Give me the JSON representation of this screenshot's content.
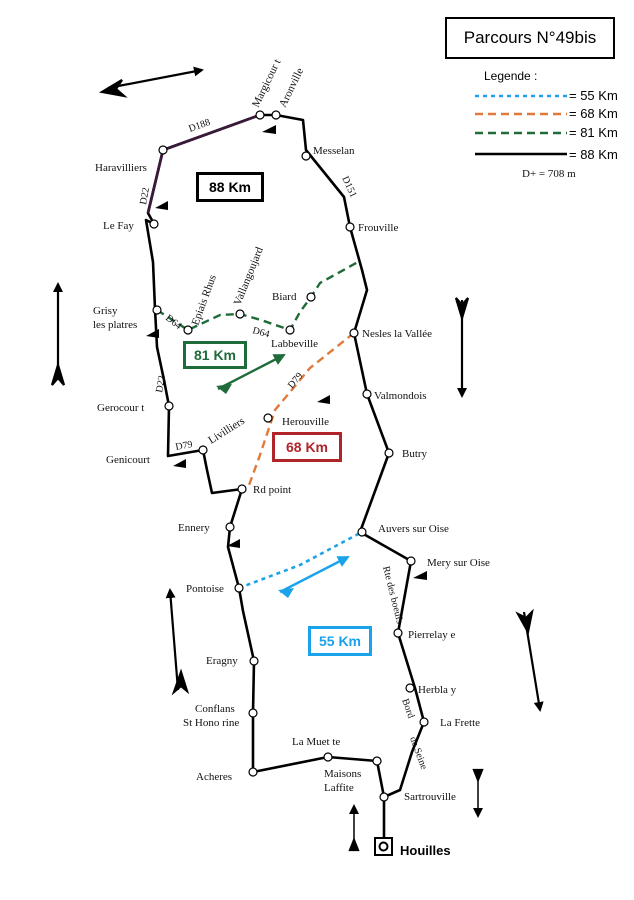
{
  "title": "Parcours N°49bis",
  "legend": {
    "heading": "Legende :",
    "items": [
      {
        "label": "= 55 Km",
        "color": "#1aa3ea",
        "style": "dotted"
      },
      {
        "label": "= 68 Km",
        "color": "#e07a3a",
        "style": "dashed"
      },
      {
        "label": "= 81 Km",
        "color": "#1f6b3a",
        "style": "dashed"
      },
      {
        "label": "= 88 Km",
        "color": "#000000",
        "style": "solid"
      }
    ],
    "elevation": "D+ = 708 m"
  },
  "route_boxes": {
    "km88": {
      "label": "88 Km",
      "color": "#000000"
    },
    "km81": {
      "label": "81 Km",
      "color": "#1f6b3a"
    },
    "km68": {
      "label": "68 Km",
      "color": "#b0242a"
    },
    "km55": {
      "label": "55 Km",
      "color": "#1aa3ea"
    }
  },
  "places": {
    "magicourt": "Margicour t",
    "aronville": "Aronville",
    "messelan": "Messelan",
    "frouville": "Frouville",
    "haravilliers": "Haravilliers",
    "le_fay": "Le Fay",
    "grisy1": "Grisy",
    "grisy2": "les platres",
    "epiais": "Epiais Rhus",
    "vallangoujard": "Vallangoujard",
    "biard": "Biard",
    "labbeville": "Labbeville",
    "nesles": "Nesles la Vallée",
    "valmondois": "Valmondois",
    "gerocourt": "Gerocour t",
    "livilliers": "Livilliers",
    "herouville": "Herouville",
    "genicourt": "Genicourt",
    "butry": "Butry",
    "rd_point": "Rd point",
    "ennery": "Ennery",
    "auvers": "Auvers sur Oise",
    "mery": "Mery sur Oise",
    "pontoise": "Pontoise",
    "pierrelaye": "Pierrelay e",
    "eragny": "Eragny",
    "herblay": "Herbla y",
    "la_frette": "La Frette",
    "conflans1": "Conflans",
    "conflans2": "St Hono rine",
    "la_muette": "La Muet te",
    "acheres": "Acheres",
    "maisons1": "Maisons",
    "maisons2": "Laffite",
    "sartrouville": "Sartrouville",
    "houilles": "Houilles"
  },
  "roads": {
    "d188": "D188",
    "d22a": "D22",
    "d22b": "D22",
    "d151": "D151",
    "d64a": "D64",
    "d64b": "D64",
    "d79a": "D79",
    "d79b": "D79",
    "rte_boeufs": "Rte des boeufs",
    "bord": "Bord",
    "de_seine": "de Seine"
  }
}
